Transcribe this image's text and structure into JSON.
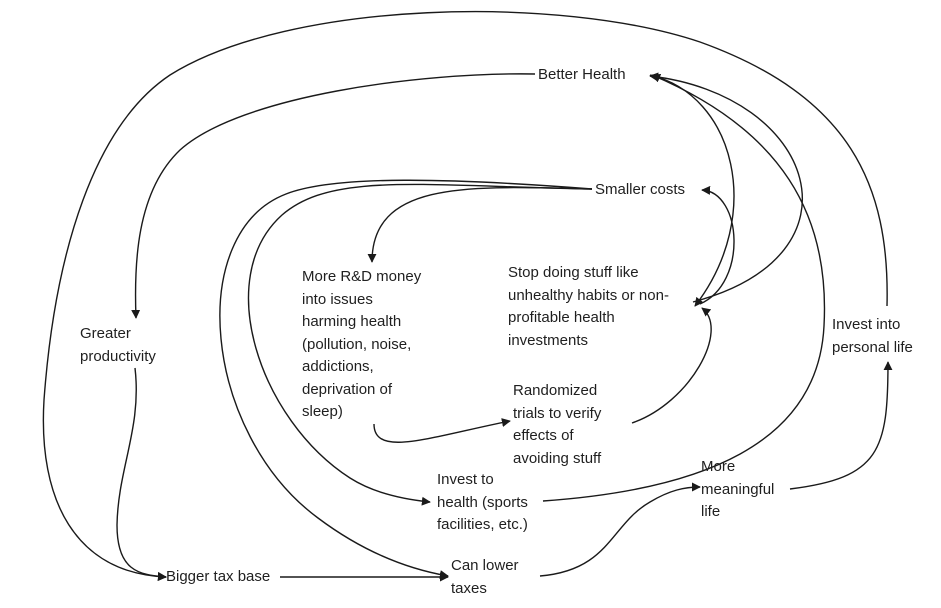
{
  "nodes": {
    "better_health": [
      "Better Health"
    ],
    "smaller_costs": [
      "Smaller costs"
    ],
    "more_rd": [
      "More R&D money",
      "into issues",
      "harming health",
      "(pollution, noise,",
      "addictions,",
      "deprivation of",
      "sleep)"
    ],
    "stop_doing": [
      "Stop doing stuff like",
      "unhealthy habits or non-",
      "profitable health",
      "investments"
    ],
    "greater_productivity": [
      "Greater",
      "productivity"
    ],
    "invest_personal": [
      "Invest into",
      "personal life"
    ],
    "randomized": [
      "Randomized",
      "trials to verify",
      "effects of",
      "avoiding stuff"
    ],
    "more_meaningful": [
      "More",
      "meaningful",
      "life"
    ],
    "invest_health": [
      "Invest to",
      "health (sports",
      "facilities, etc.)"
    ],
    "bigger_tax": [
      "Bigger tax base"
    ],
    "lower_taxes": [
      "Can lower",
      "taxes"
    ]
  },
  "edges": [
    {
      "from": "smaller_costs",
      "to": "more_rd"
    },
    {
      "from": "smaller_costs",
      "to": "invest_health"
    },
    {
      "from": "smaller_costs",
      "to": "lower_taxes"
    },
    {
      "from": "better_health",
      "to": "greater_productivity"
    },
    {
      "from": "better_health",
      "to": "stop_doing"
    },
    {
      "from": "stop_doing",
      "to": "better_health"
    },
    {
      "from": "stop_doing",
      "to": "smaller_costs"
    },
    {
      "from": "more_rd",
      "to": "randomized"
    },
    {
      "from": "randomized",
      "to": "stop_doing"
    },
    {
      "from": "invest_health",
      "to": "better_health"
    },
    {
      "from": "greater_productivity",
      "to": "bigger_tax"
    },
    {
      "from": "invest_personal",
      "to": "bigger_tax"
    },
    {
      "from": "bigger_tax",
      "to": "lower_taxes"
    },
    {
      "from": "lower_taxes",
      "to": "more_meaningful"
    },
    {
      "from": "more_meaningful",
      "to": "invest_personal"
    }
  ],
  "colors": {
    "edge": "#1a1a1a",
    "text": "#1f1f1f",
    "background": "#ffffff"
  }
}
